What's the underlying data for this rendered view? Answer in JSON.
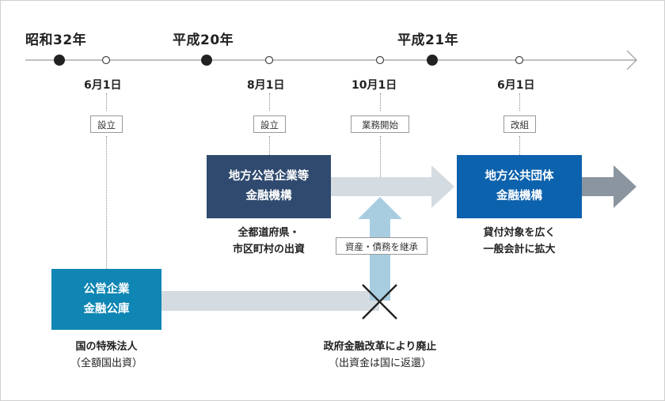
{
  "colors": {
    "teal": "#0f86b3",
    "navy": "#2f4a6e",
    "blue": "#0d62ad",
    "grey_arrow": "#d4dbe1",
    "dark_arrow": "#8a959f",
    "light_blue_arrow": "#a9cde0",
    "timeline": "#9a9a9a"
  },
  "timeline": {
    "eras": [
      "昭和32年",
      "平成20年",
      "平成21年"
    ],
    "dates": [
      "6月1日",
      "8月1日",
      "10月1日",
      "6月1日"
    ],
    "events": [
      "設立",
      "設立",
      "業務開始",
      "改組"
    ]
  },
  "orgs": {
    "koei": [
      "公営企業",
      "金融公庫"
    ],
    "chihou_koei": [
      "地方公営企業等",
      "金融機構"
    ],
    "chihou_kyoudou": [
      "地方公共団体",
      "金融機構"
    ]
  },
  "notes": {
    "koei": [
      "国の特殊法人",
      "（全額国出資）"
    ],
    "chihou_koei": [
      "全都道府県・",
      "市区町村の出資"
    ],
    "chihou_kyoudou": [
      "貸付対象を広く",
      "一般会計に拡大"
    ],
    "abolish": [
      "政府金融改革により廃止",
      "（出資金は国に返還）"
    ]
  },
  "inherit_label": "資産・債務を継承"
}
